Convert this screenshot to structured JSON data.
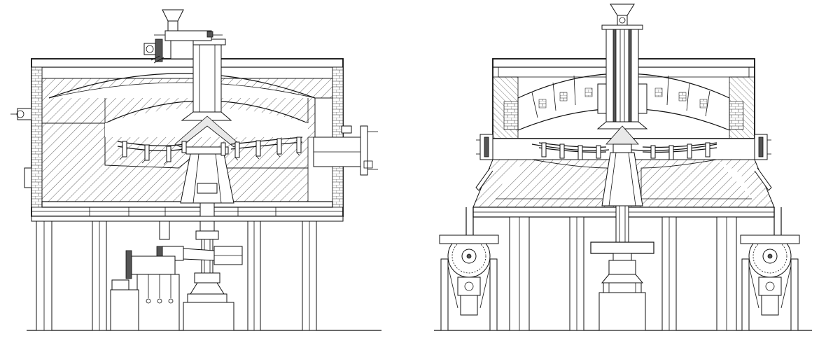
{
  "diagram": {
    "background": "#ffffff",
    "line_color": "#111111",
    "views": [
      {
        "name": "furnace-side-section",
        "features": [
          "feed-hopper",
          "drive-motor-top",
          "brick-lining",
          "arched-roof",
          "central-shaft",
          "rabble-arm",
          "side-door",
          "support-legs",
          "gear-drive",
          "drive-motor-base"
        ],
        "rabble_teeth_count": 9,
        "support_leg_count": 5
      },
      {
        "name": "furnace-front-section",
        "features": [
          "feed-hopper",
          "brick-lining",
          "arched-roof",
          "central-shaft",
          "rabble-arm",
          "flange-ports",
          "conical-hearth",
          "support-legs",
          "gear-wheel",
          "discharge-drums",
          "discharge-drives"
        ],
        "rabble_teeth_count": 8,
        "support_leg_count": 4
      }
    ]
  }
}
